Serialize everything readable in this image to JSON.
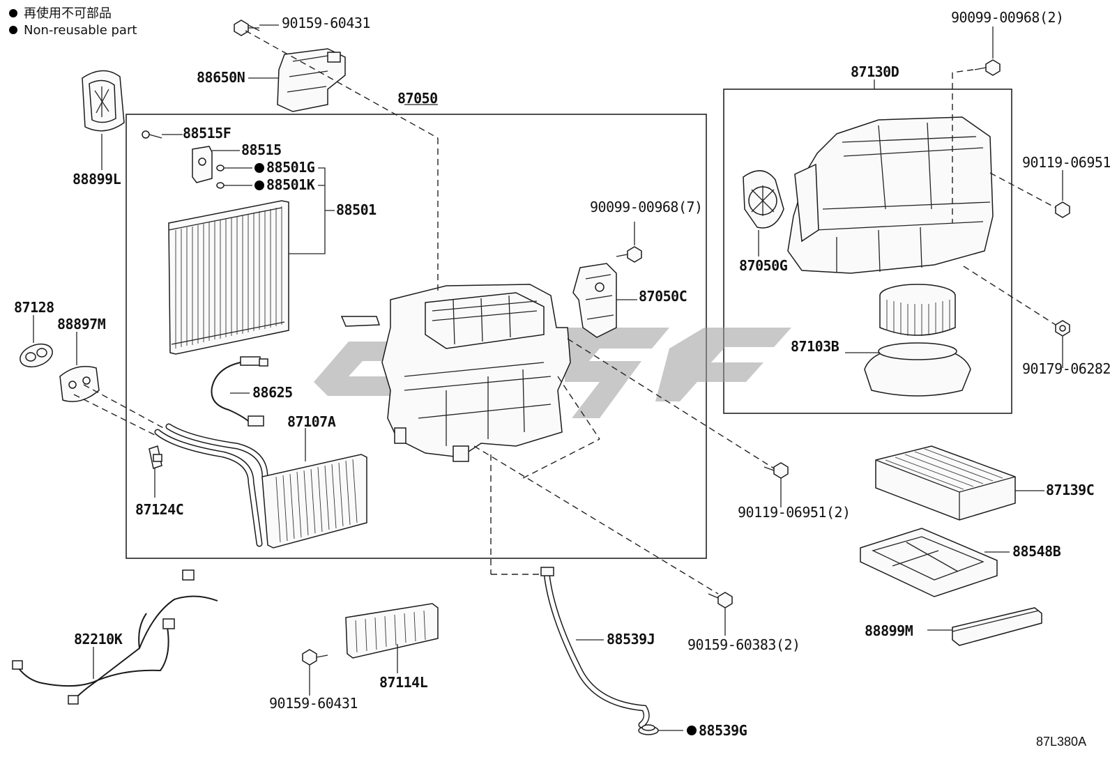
{
  "legend": {
    "japanese": "再使用不可部品",
    "english": "Non-reusable part"
  },
  "reference_code": "87L380A",
  "labels": {
    "p90159_60431_top": "90159-60431",
    "p88650N": "88650N",
    "p88899L": "88899L",
    "p87050": "87050",
    "p88515F": "88515F",
    "p88515": "88515",
    "p88501G": "88501G",
    "p88501K": "88501K",
    "p88501": "88501",
    "p90099_00968_7": "90099-00968(7)",
    "p87050C": "87050C",
    "p87128": "87128",
    "p88897M": "88897M",
    "p88625": "88625",
    "p87107A": "87107A",
    "p87124C": "87124C",
    "p90099_00968_2": "90099-00968(2)",
    "p87130D": "87130D",
    "p90119_06951": "90119-06951",
    "p87050G": "87050G",
    "p87103B": "87103B",
    "p90179_06282": "90179-06282",
    "p90119_06951_2": "90119-06951(2)",
    "p87139C": "87139C",
    "p88548B": "88548B",
    "p88899M": "88899M",
    "p82210K": "82210K",
    "p90159_60383_2": "90159-60383(2)",
    "p88539J": "88539J",
    "p87114L": "87114L",
    "p90159_60431_bottom": "90159-60431",
    "p88539G": "88539G"
  }
}
